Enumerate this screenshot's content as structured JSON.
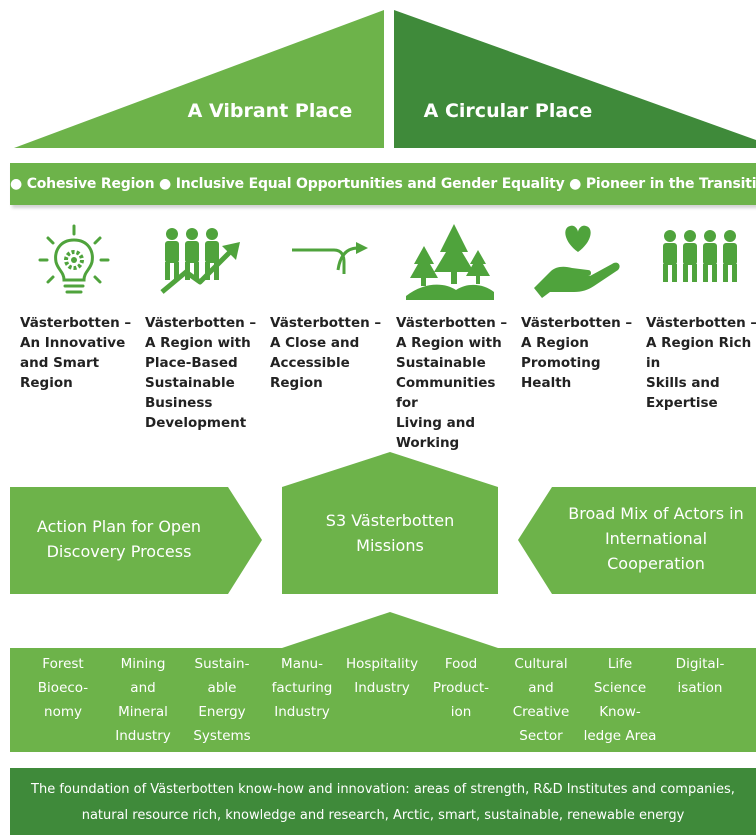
{
  "roof": {
    "left_label": "A Vibrant Place",
    "right_label": "A Circular Place"
  },
  "principles_band": "● Cohesive Region ● Inclusive Equal Opportunities and Gender Equality ● Pioneer in the Transition ●",
  "goals": [
    {
      "icon": "lightbulb-gear-icon",
      "label": "Västerbotten –\nAn Innovative\nand Smart\nRegion"
    },
    {
      "icon": "people-growth-arrow-icon",
      "label": "Västerbotten –\nA Region with\nPlace-Based\nSustainable\nBusiness\nDevelopment"
    },
    {
      "icon": "turn-arrow-icon",
      "label": "Västerbotten –\nA Close and\nAccessible\nRegion"
    },
    {
      "icon": "forest-hills-icon",
      "label": "Västerbotten –\nA Region with\nSustainable\nCommunities for\nLiving and\nWorking"
    },
    {
      "icon": "hand-heart-icon",
      "label": "Västerbotten –\nA Region\nPromoting\nHealth"
    },
    {
      "icon": "people-group-icon",
      "label": "Västerbotten –\nA Region Rich in\nSkills and\nExpertise"
    }
  ],
  "middle": {
    "left": "Action Plan for Open\nDiscovery Process",
    "center": "S3 Västerbotten\nMissions",
    "right": "Broad Mix of Actors in\nInternational\nCooperation"
  },
  "sectors": [
    "Forest\nBioeco-\nnomy",
    "Mining\nand\nMineral\nIndustry",
    "Sustain-\nable\nEnergy\nSystems",
    "Manu-\nfacturing\nIndustry",
    "Hospitality\nIndustry",
    "Food\nProduct-\nion",
    "Cultural\nand\nCreative\nSector",
    "Life\nScience\nKnow-\nledge Area",
    "Digital-\nisation"
  ],
  "foundation": "The foundation of Västerbotten know-how and innovation: areas of strength, R&D Institutes and companies, natural resource rich, knowledge and research, Arctic, smart, sustainable, renewable energy",
  "colors": {
    "light_green": "#6db34a",
    "mid_green": "#5aa545",
    "dark_green": "#3f8a3a",
    "icon_green": "#4fa33c"
  }
}
